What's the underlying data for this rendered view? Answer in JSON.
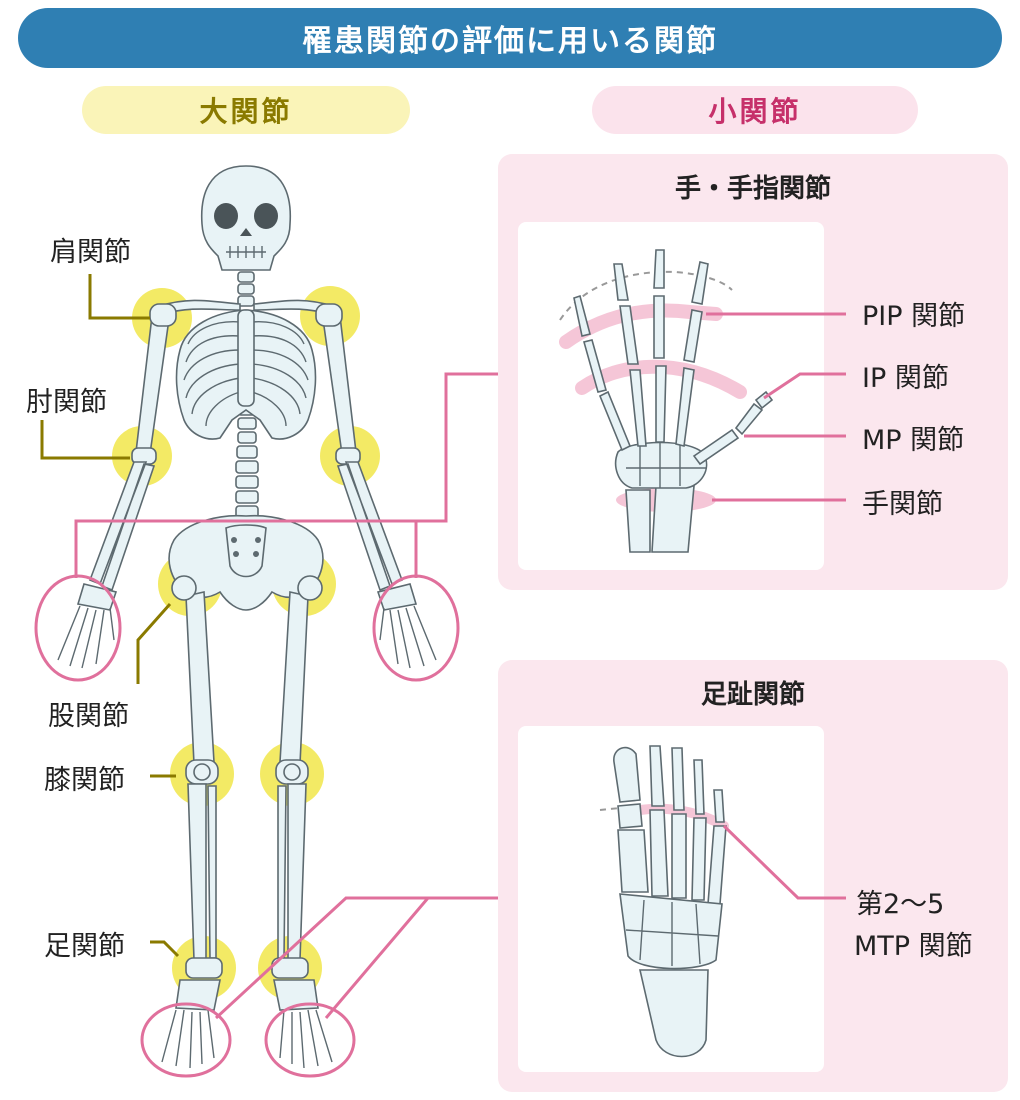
{
  "title": "罹患関節の評価に用いる関節",
  "large_joints": {
    "heading": "大関節",
    "labels": {
      "shoulder": "肩関節",
      "elbow": "肘関節",
      "hip": "股関節",
      "knee": "膝関節",
      "ankle": "足関節"
    }
  },
  "small_joints": {
    "heading": "小関節",
    "hand_panel": {
      "title": "手・手指関節",
      "labels": {
        "pip": "PIP 関節",
        "ip": "IP 関節",
        "mp": "MP 関節",
        "wrist": "手関節"
      }
    },
    "foot_panel": {
      "title": "足趾関節",
      "label_line1": "第2～5",
      "label_line2": "MTP 関節"
    }
  },
  "colors": {
    "title_bar": "#2f7fb3",
    "large_joint_highlight": "#f1e64a",
    "large_joint_leader": "#8a7a00",
    "small_joint_accent": "#e0709c",
    "panel_background": "#fbe7ee",
    "bone_fill": "#e8f3f6",
    "bone_outline": "#5d6a70"
  }
}
